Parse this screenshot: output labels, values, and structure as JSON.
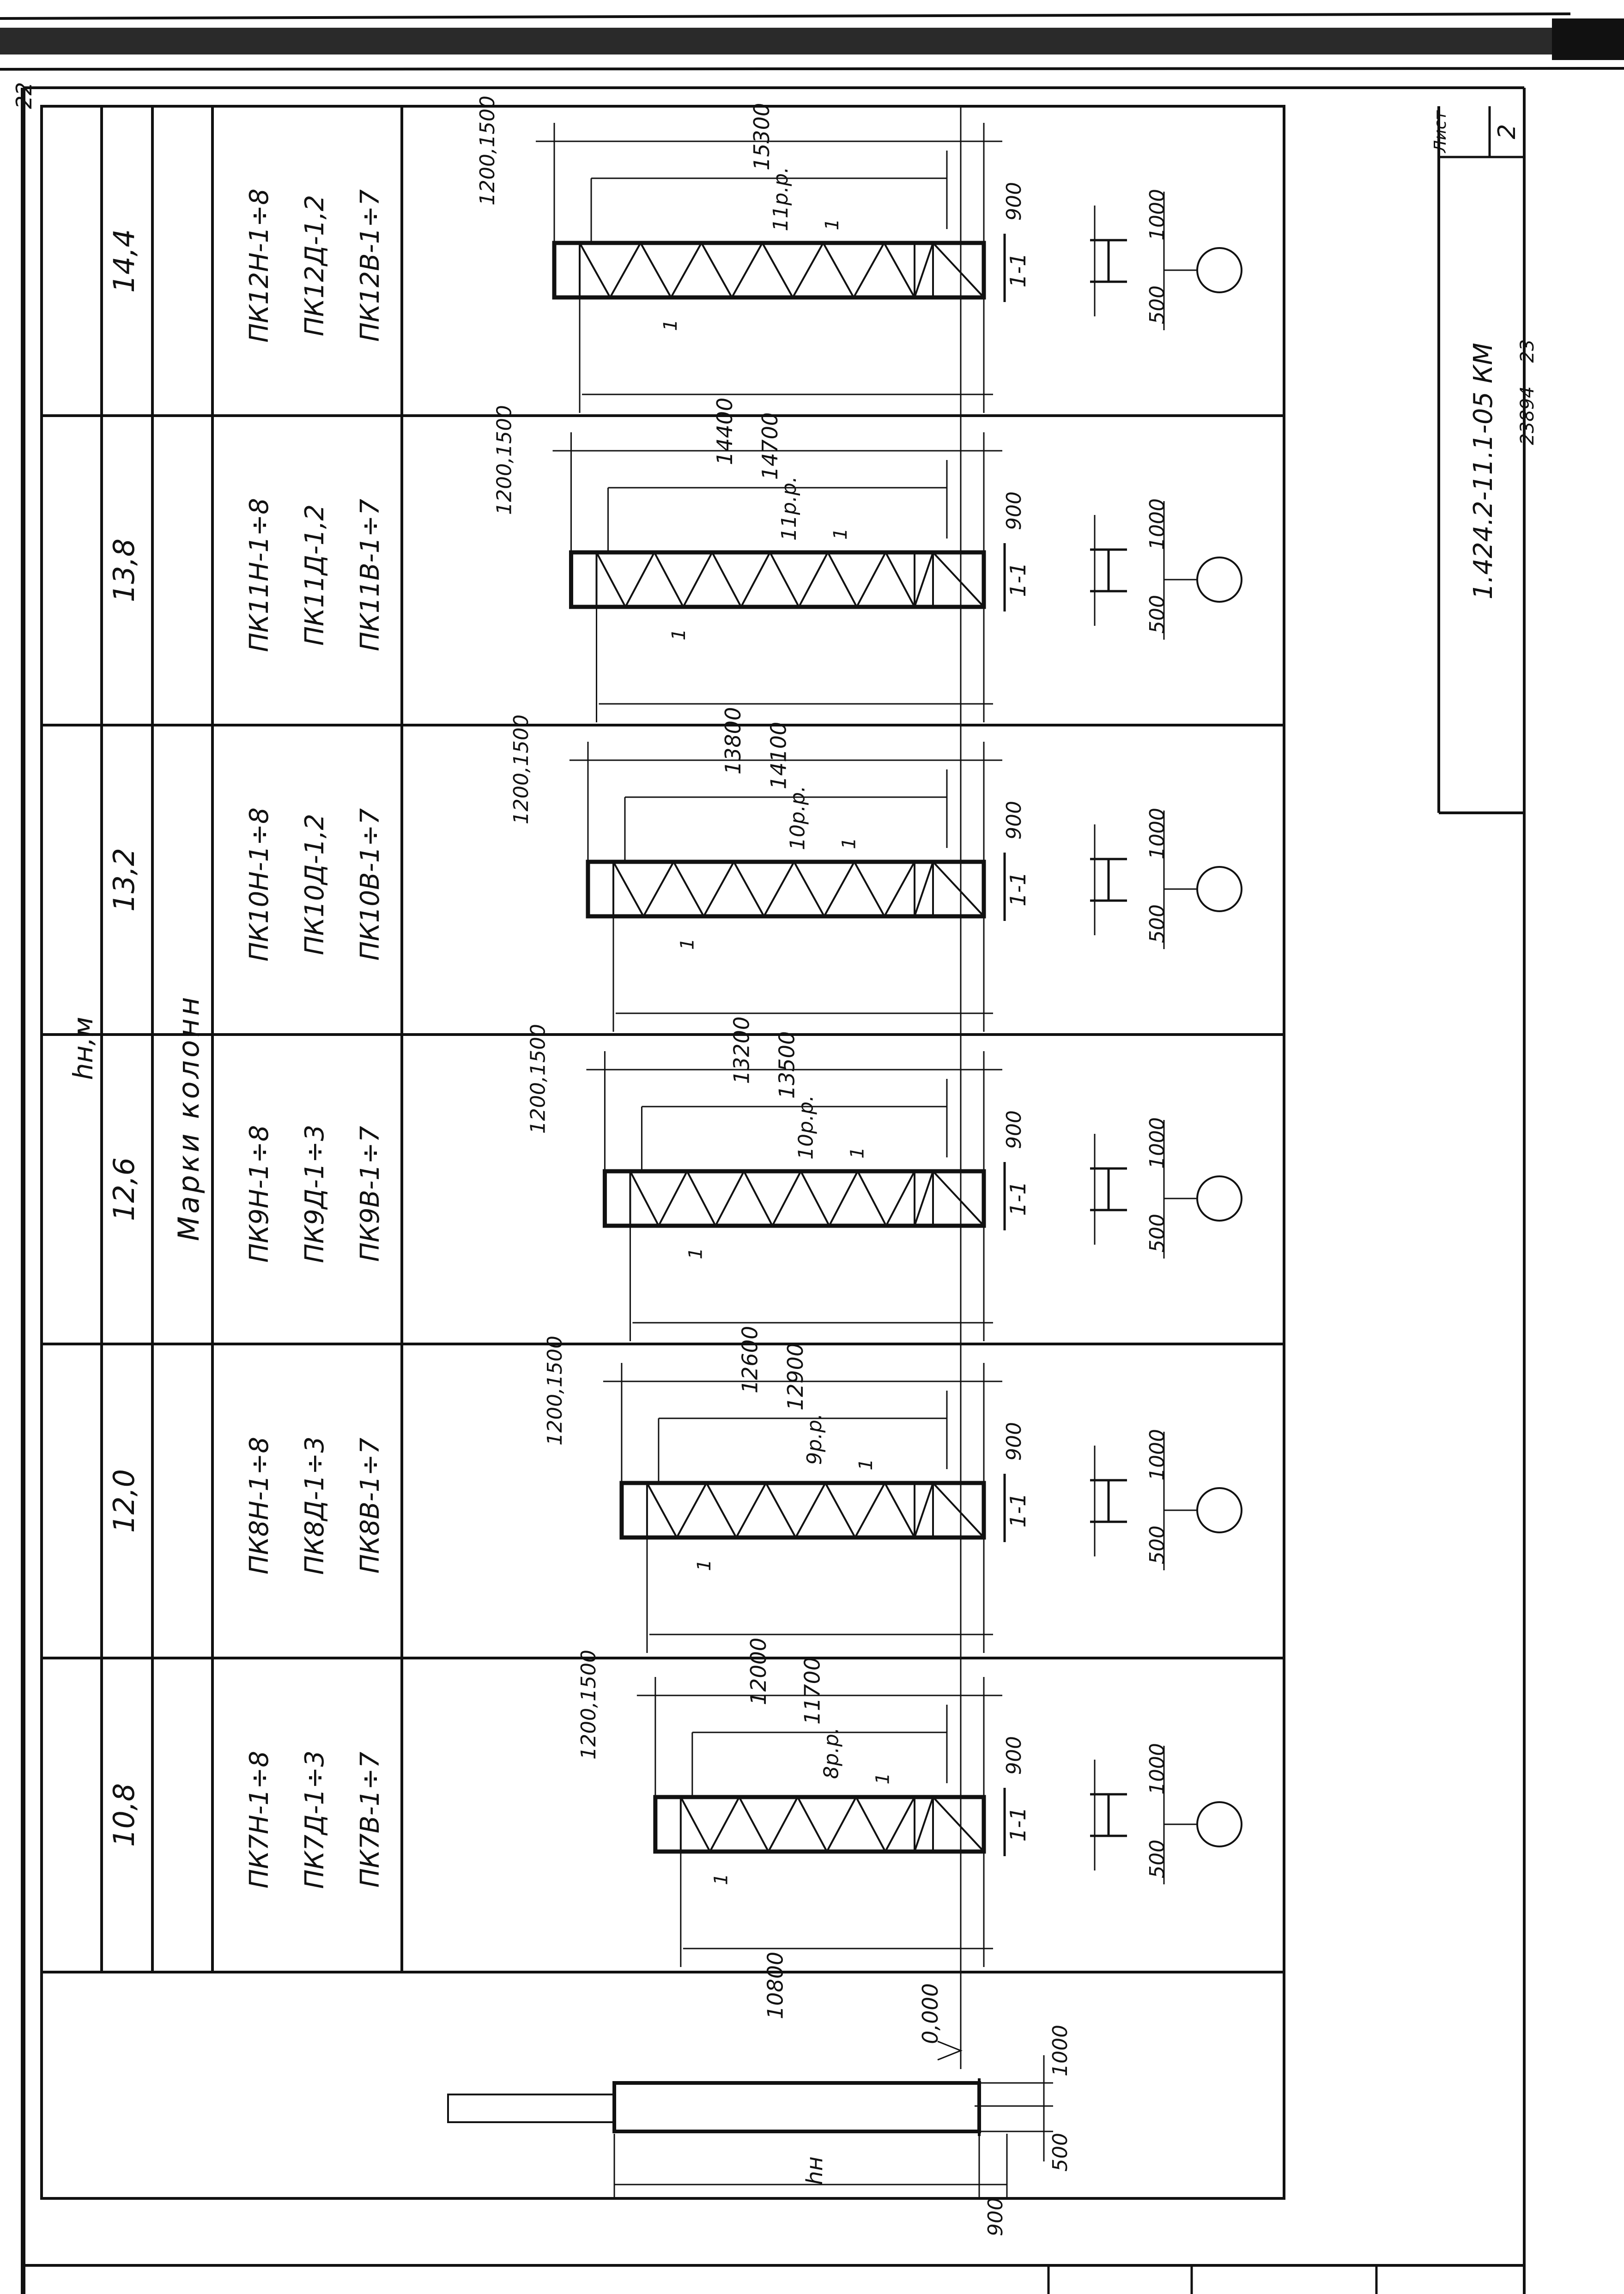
{
  "corner_mark": "22",
  "header": {
    "hn_label": "hн,м",
    "marks_label": "Марки колонн"
  },
  "columns": [
    {
      "hn": "14,4",
      "marks": [
        "ПК12Н-1÷8",
        "ПК12Д-1,2",
        "ПК12В-1÷7"
      ],
      "total": "15300",
      "height": "14400",
      "panels": "11р.р.",
      "crane": "1200,1500"
    },
    {
      "hn": "13,8",
      "marks": [
        "ПК11Н-1÷8",
        "ПК11Д-1,2",
        "ПК11В-1÷7"
      ],
      "total": "14700",
      "height": "13800",
      "panels": "11р.р.",
      "crane": "1200,1500"
    },
    {
      "hn": "13,2",
      "marks": [
        "ПК10Н-1÷8",
        "ПК10Д-1,2",
        "ПК10В-1÷7"
      ],
      "total": "14100",
      "height": "13200",
      "panels": "10р.р.",
      "crane": "1200,1500"
    },
    {
      "hn": "12,6",
      "marks": [
        "ПК9Н-1÷8",
        "ПК9Д-1÷3",
        "ПК9В-1÷7"
      ],
      "total": "13500",
      "height": "12600",
      "panels": "10р.р.",
      "crane": "1200,1500"
    },
    {
      "hn": "12,0",
      "marks": [
        "ПК8Н-1÷8",
        "ПК8Д-1÷3",
        "ПК8В-1÷7"
      ],
      "total": "12900",
      "height": "12000",
      "panels": "9р.р.",
      "crane": "1200,1500"
    },
    {
      "hn": "10,8",
      "marks": [
        "ПК7Н-1÷8",
        "ПК7Д-1÷3",
        "ПК7В-1÷7"
      ],
      "total": "11700",
      "height": "10800",
      "panels": "8р.р.",
      "crane": "1200,1500"
    }
  ],
  "dims": {
    "base": "900",
    "left": "500",
    "right": "1000",
    "section": "1-1",
    "section_mark": "1"
  },
  "legend": {
    "level": "0,000",
    "hn": "hн",
    "base": "900",
    "left": "500",
    "right": "1000"
  },
  "title_block": {
    "sheet_label": "Лист",
    "sheet_number": "2",
    "code": "1.424.2-11.1-05 КМ",
    "archive": "23894",
    "page": "23"
  }
}
